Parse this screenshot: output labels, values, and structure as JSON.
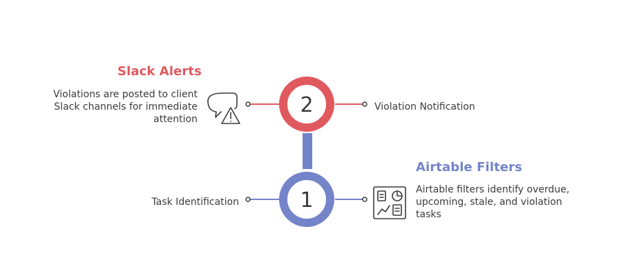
{
  "colors": {
    "red": "#e0595f",
    "blue": "#7384c9",
    "text": "#3b3b3b"
  },
  "steps": [
    {
      "number": "2",
      "title": "Slack Alerts",
      "description": "Violations are posted to client Slack channels for immediate attention",
      "side_label": "Violation Notification",
      "icon": "chat-warning-icon",
      "color": "red"
    },
    {
      "number": "1",
      "title": "Airtable Filters",
      "description": "Airtable filters identify overdue, upcoming, stale, and violation tasks",
      "side_label": "Task Identification",
      "icon": "dashboard-icon",
      "color": "blue"
    }
  ]
}
